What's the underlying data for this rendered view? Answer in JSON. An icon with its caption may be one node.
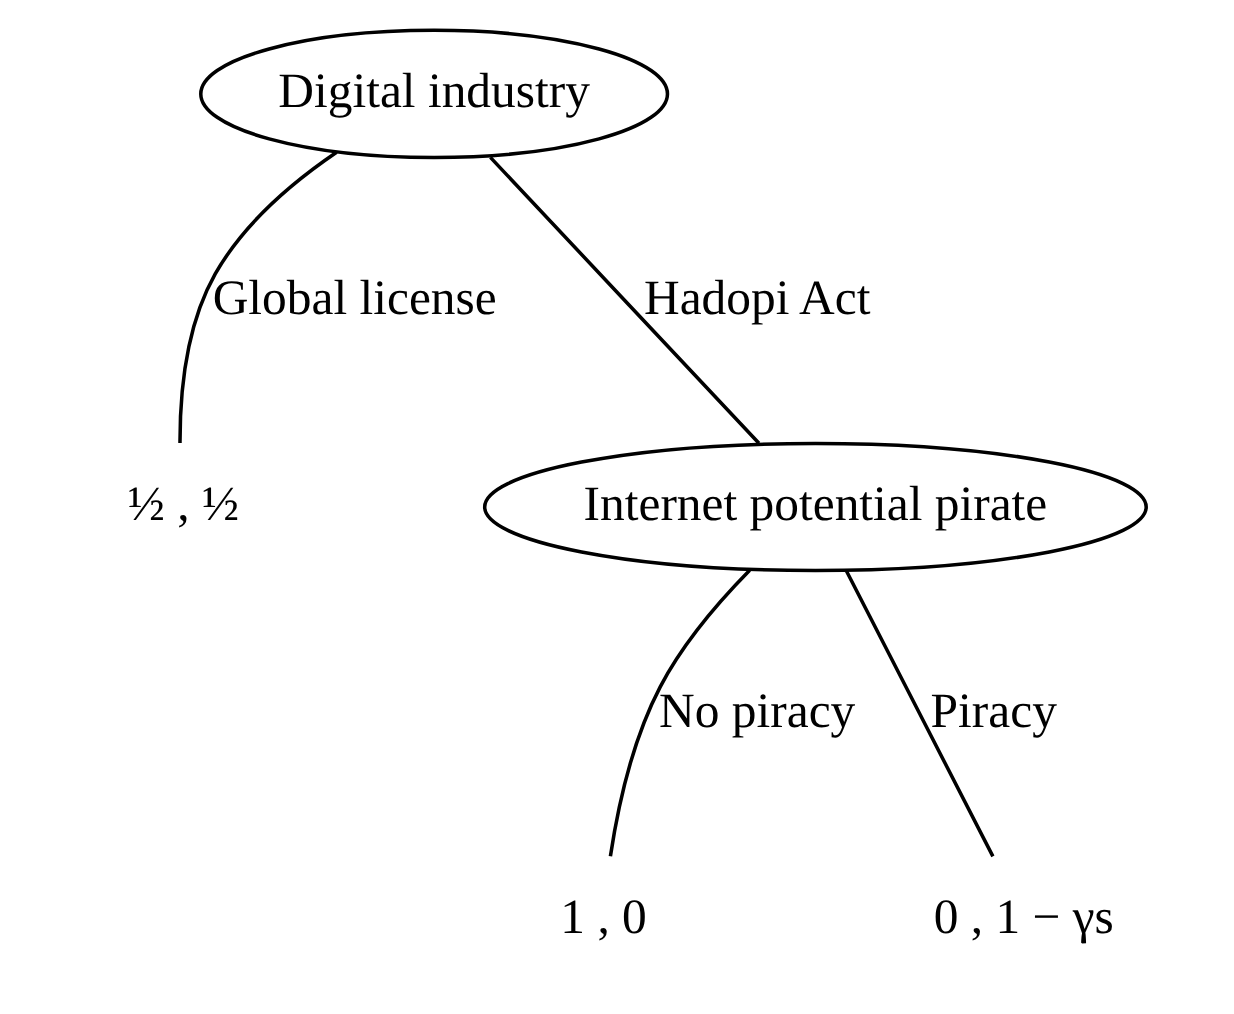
{
  "diagram": {
    "nodes": [
      {
        "text": [
          "Digital industry"
        ]
      },
      {
        "text": [
          "½ , ½"
        ]
      },
      {
        "text": [
          "Internet potential pirate"
        ]
      },
      {
        "text": [
          "1 , 0"
        ]
      },
      {
        "text": [
          "0 , 1 − γs"
        ]
      }
    ],
    "edges": [
      {
        "from": 0,
        "to": 1,
        "arrow": "none",
        "label": "Global license"
      },
      {
        "from": 0,
        "to": 2,
        "arrow": "none",
        "label": "Hadopi Act"
      },
      {
        "from": 2,
        "to": 3,
        "arrow": "none",
        "label": "No piracy"
      },
      {
        "from": 2,
        "to": 4,
        "arrow": "none",
        "label": "Piracy"
      }
    ]
  }
}
